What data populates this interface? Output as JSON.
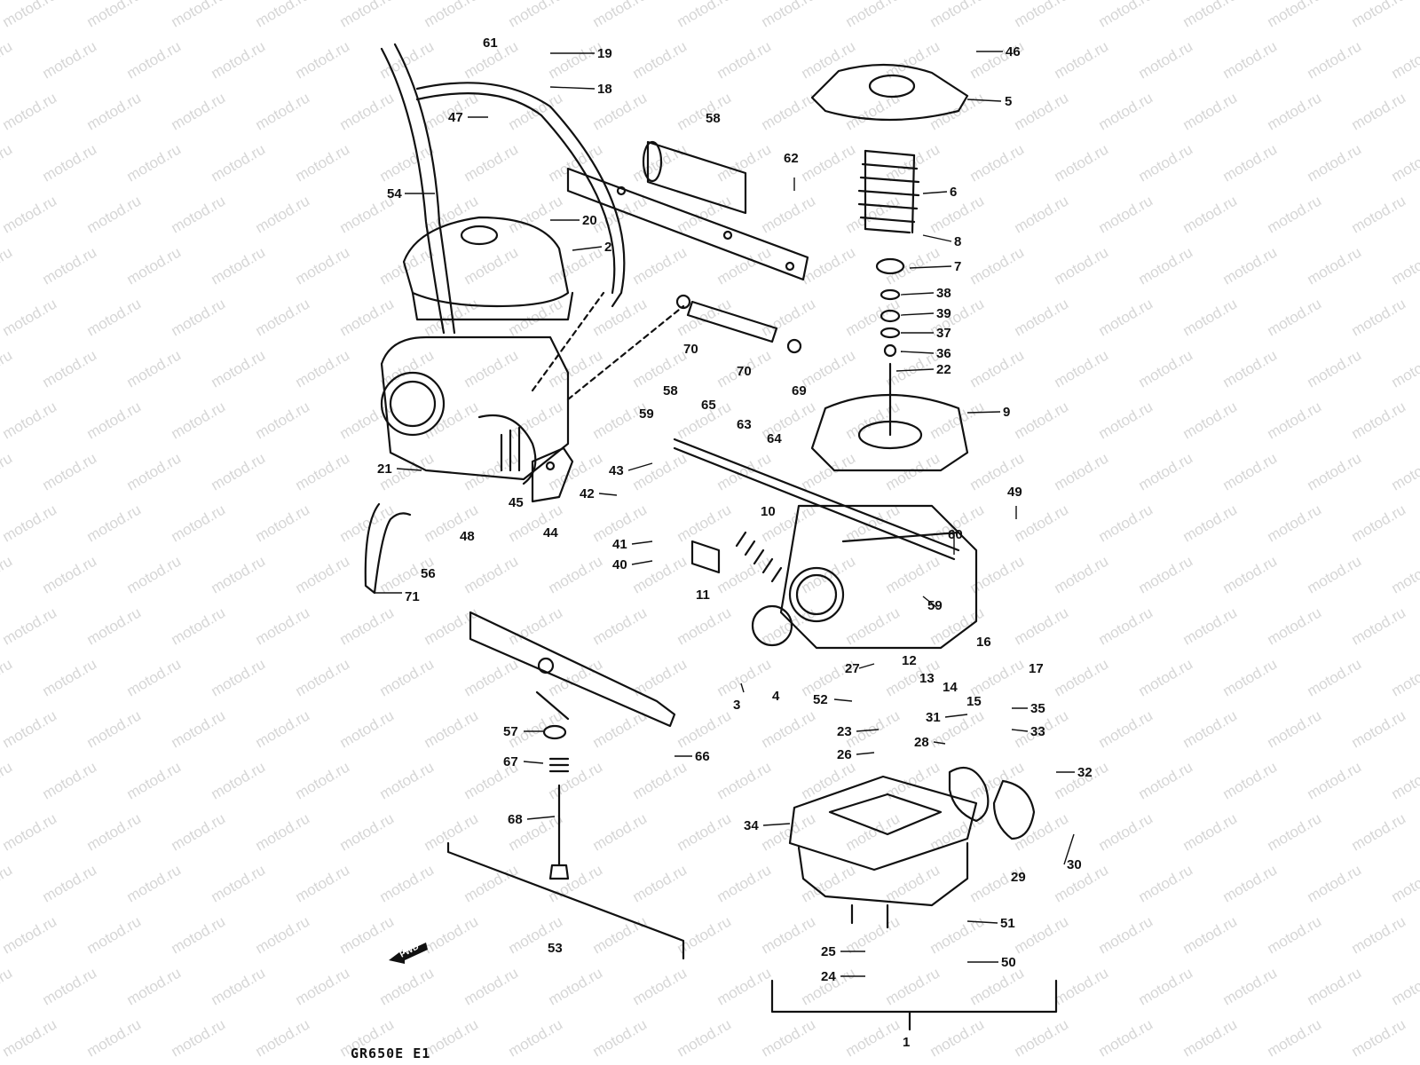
{
  "diagram": {
    "code": "GR650E E1",
    "watermark": "motod.ru",
    "fwd_label": "FWD",
    "callouts": [
      "61",
      "19",
      "18",
      "47",
      "54",
      "20",
      "2",
      "58",
      "62",
      "46",
      "5",
      "6",
      "8",
      "7",
      "38",
      "39",
      "37",
      "36",
      "22",
      "9",
      "70",
      "69",
      "70",
      "58",
      "65",
      "63",
      "64",
      "59",
      "43",
      "42",
      "21",
      "45",
      "44",
      "48",
      "56",
      "71",
      "41",
      "40",
      "11",
      "10",
      "49",
      "60",
      "59",
      "16",
      "17",
      "12",
      "13",
      "14",
      "15",
      "27",
      "52",
      "3",
      "4",
      "35",
      "33",
      "31",
      "28",
      "23",
      "26",
      "32",
      "57",
      "67",
      "66",
      "68",
      "34",
      "29",
      "30",
      "51",
      "53",
      "25",
      "24",
      "50",
      "1"
    ]
  }
}
